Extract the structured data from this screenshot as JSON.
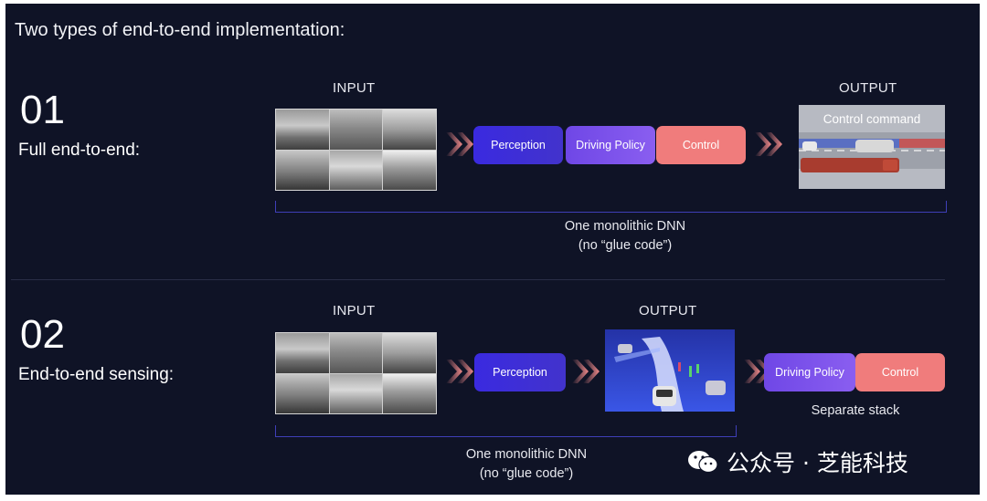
{
  "title": "Two types of end-to-end implementation:",
  "section1": {
    "number": "01",
    "label": "Full end-to-end:",
    "input_label": "INPUT",
    "output_label": "OUTPUT",
    "boxes": [
      "Perception",
      "Driving Policy",
      "Control"
    ],
    "output_caption": "Control command",
    "dnn_line1": "One monolithic DNN",
    "dnn_line2": "(no “glue code”)"
  },
  "section2": {
    "number": "02",
    "label": "End-to-end sensing:",
    "input_label": "INPUT",
    "output_label": "OUTPUT",
    "perception": "Perception",
    "stack_boxes": [
      "Driving Policy",
      "Control"
    ],
    "stack_caption": "Separate stack",
    "dnn_line1": "One monolithic DNN",
    "dnn_line2": "(no “glue code”)"
  },
  "watermark": "公众号 · 芝能科技",
  "colors": {
    "background": "#0f1326",
    "perception": "#3a2ae0",
    "policy": "#7b52ea",
    "control": "#f07c7c",
    "arrow": "#f08a8a"
  }
}
